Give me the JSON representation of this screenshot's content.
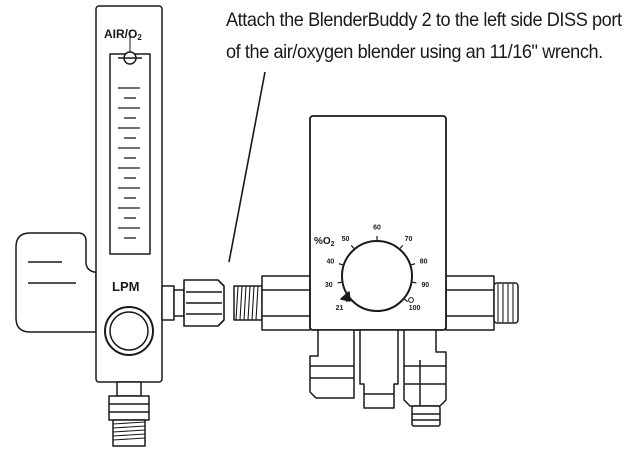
{
  "instruction": {
    "line1": "Attach the BlenderBuddy 2 to the left side DISS port",
    "line2": "of the air/oxygen blender using an 11/16\" wrench."
  },
  "flowmeter": {
    "gas_label": "AIR/O",
    "gas_subscript": "2",
    "unit_label": "LPM"
  },
  "blender": {
    "percent_label": "%O",
    "percent_subscript": "2",
    "dial_ticks": [
      "21",
      "30",
      "40",
      "50",
      "60",
      "70",
      "80",
      "90",
      "100"
    ]
  },
  "colors": {
    "line": "#1a1a1a",
    "fill": "#ffffff",
    "shade": "#c9c9c9"
  }
}
